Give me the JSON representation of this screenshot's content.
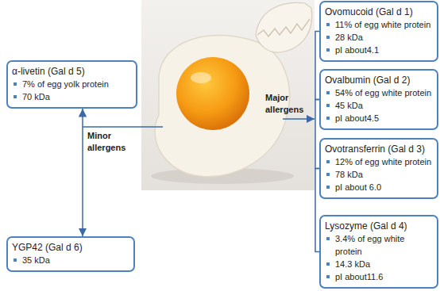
{
  "diagram": {
    "nodes": [
      {
        "text": [
          "α-livetin (Gal d 5)",
          "7% of egg yolk protein",
          "70 kDa"
        ]
      },
      {
        "text": [
          "YGP42 (Gal d 6)",
          "35 kDa"
        ]
      },
      {
        "text": [
          "Ovomucoid (Gal d 1)",
          "11% of egg white protein",
          "28 kDa",
          "pI about4.1"
        ]
      },
      {
        "text": [
          "Ovalbumin (Gal d 2)",
          "54% of egg white protein",
          "45 kDa",
          "pI about4.5"
        ]
      },
      {
        "text": [
          "Ovotransferrin (Gal d 3)",
          "12% of egg white protein",
          "78 kDa",
          "pI about 6.0"
        ]
      },
      {
        "text": [
          "Lysozyme (Gal d 4)",
          "3.4% of egg white protein",
          "14.3 kDa",
          "pI about11.6"
        ]
      }
    ],
    "edges": [
      {
        "from": 0,
        "to": 1,
        "arrow": "both"
      },
      {
        "from": 2,
        "to": 3,
        "arrow": "none"
      },
      {
        "from": 3,
        "to": 4,
        "arrow": "none"
      },
      {
        "from": 4,
        "to": 5,
        "arrow": "none"
      }
    ],
    "labels": [
      "Minor allergens",
      "Major allergens"
    ]
  }
}
